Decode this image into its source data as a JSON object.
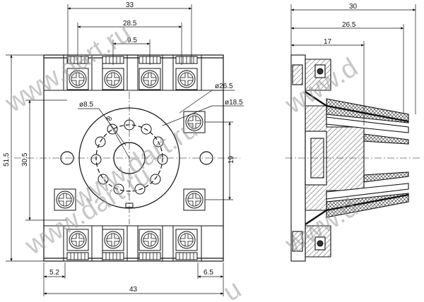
{
  "front_view": {
    "dims": {
      "w33": "33",
      "w28_5": "28.5",
      "w9_5": "9.5",
      "d26_5": "ø26.5",
      "d18_5": "ø18.5",
      "d8_5": "ø8.5",
      "r8": "8",
      "h51_5": "51.5",
      "h30_5": "30.5",
      "h19": "19",
      "w5_2": "5.2",
      "w6_5": "6.5",
      "w43": "43"
    }
  },
  "side_view": {
    "dims": {
      "d30": "30",
      "d26_5": "26.5",
      "d17": "17"
    }
  },
  "watermarks": {
    "w1": "www.dart.ru",
    "w2": "www.dart.ru",
    "w3": "www.dart.ru",
    "w4": "www.d",
    "w5": "www.d",
    "w6": "u"
  }
}
